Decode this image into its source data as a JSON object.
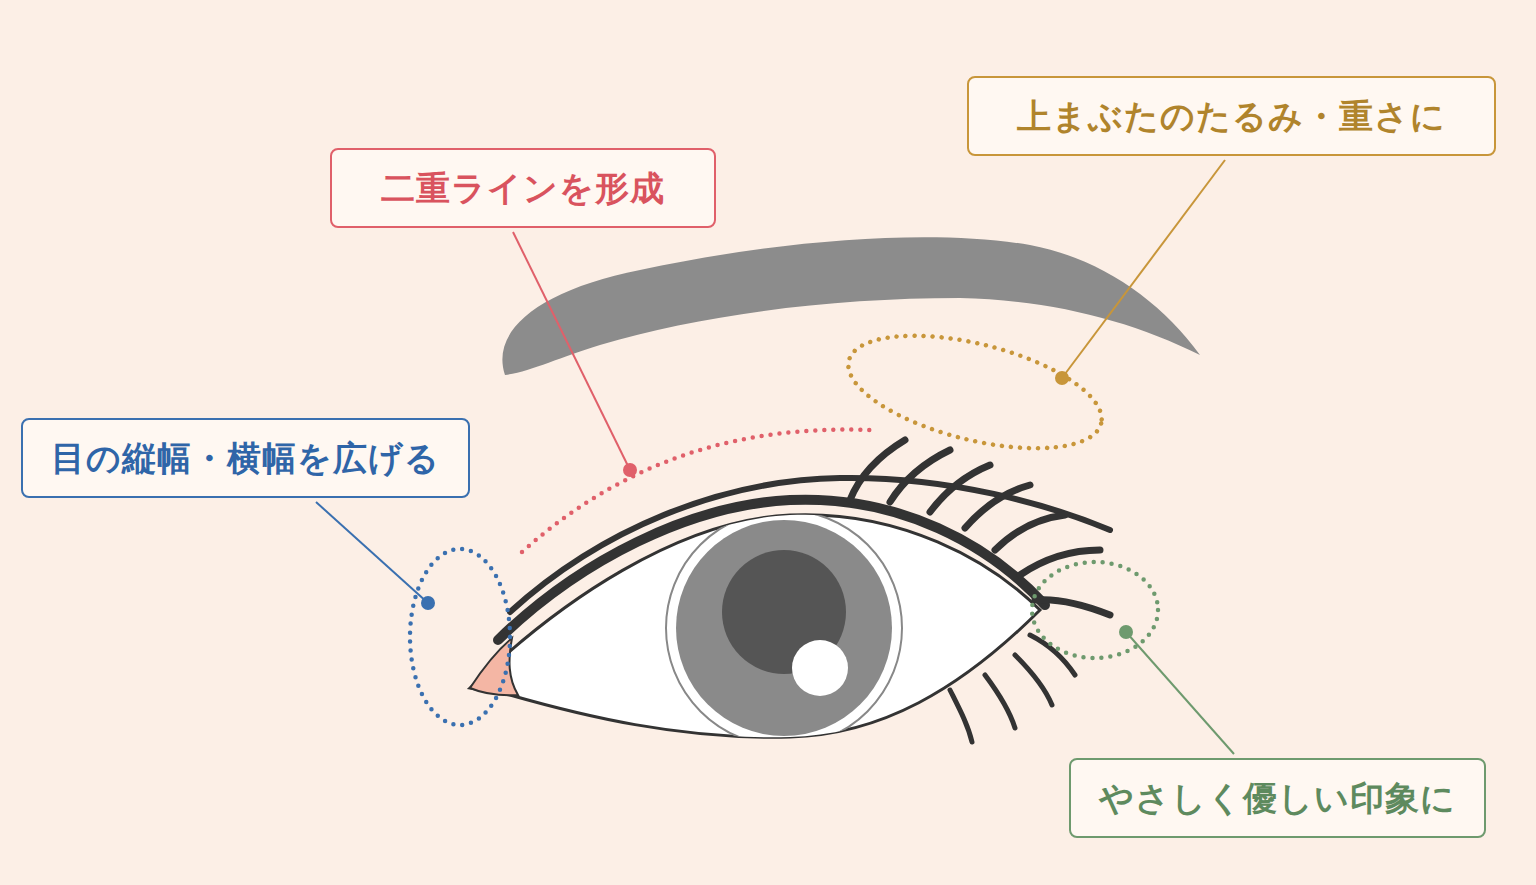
{
  "diagram": {
    "nodes": [
      {
        "text": [
          "上まぶたのたるみ・重さに"
        ]
      },
      {
        "text": [
          "二重ラインを形成"
        ]
      },
      {
        "text": [
          "目の縦幅・横幅を広げる"
        ]
      },
      {
        "text": [
          "やさしく優しい印象に"
        ]
      }
    ]
  }
}
